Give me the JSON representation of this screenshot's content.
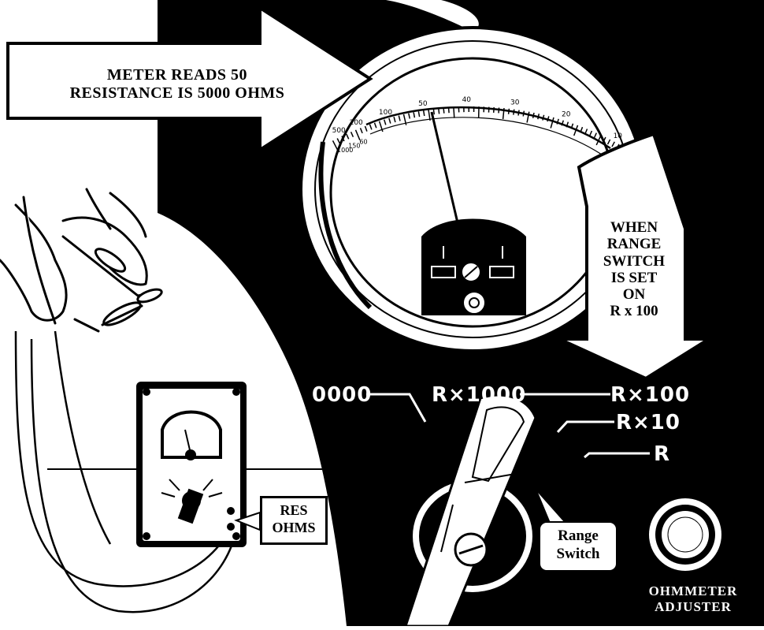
{
  "callouts": {
    "meter_line1": "METER READS 50",
    "meter_line2": "RESISTANCE IS 5000 OHMS",
    "range_lines": [
      "WHEN",
      "RANGE",
      "SWITCH",
      "IS SET",
      "ON",
      "R x 100"
    ]
  },
  "range_positions": {
    "partial": "0000",
    "r1000": "R×1000",
    "r100": "R×100",
    "r10": "R×10",
    "r1": "R"
  },
  "scale_labels": [
    "500",
    "200",
    "100",
    "50",
    "40",
    "30",
    "20",
    "10",
    "1000",
    "150",
    "60"
  ],
  "res_label": {
    "line1": "RES",
    "line2": "OHMS"
  },
  "range_switch_label": {
    "line1": "Range",
    "line2": "Switch"
  },
  "adjuster_label": {
    "line1": "OHMMETER",
    "line2": "ADJUSTER"
  },
  "colors": {
    "ink": "#000000",
    "paper": "#ffffff"
  }
}
